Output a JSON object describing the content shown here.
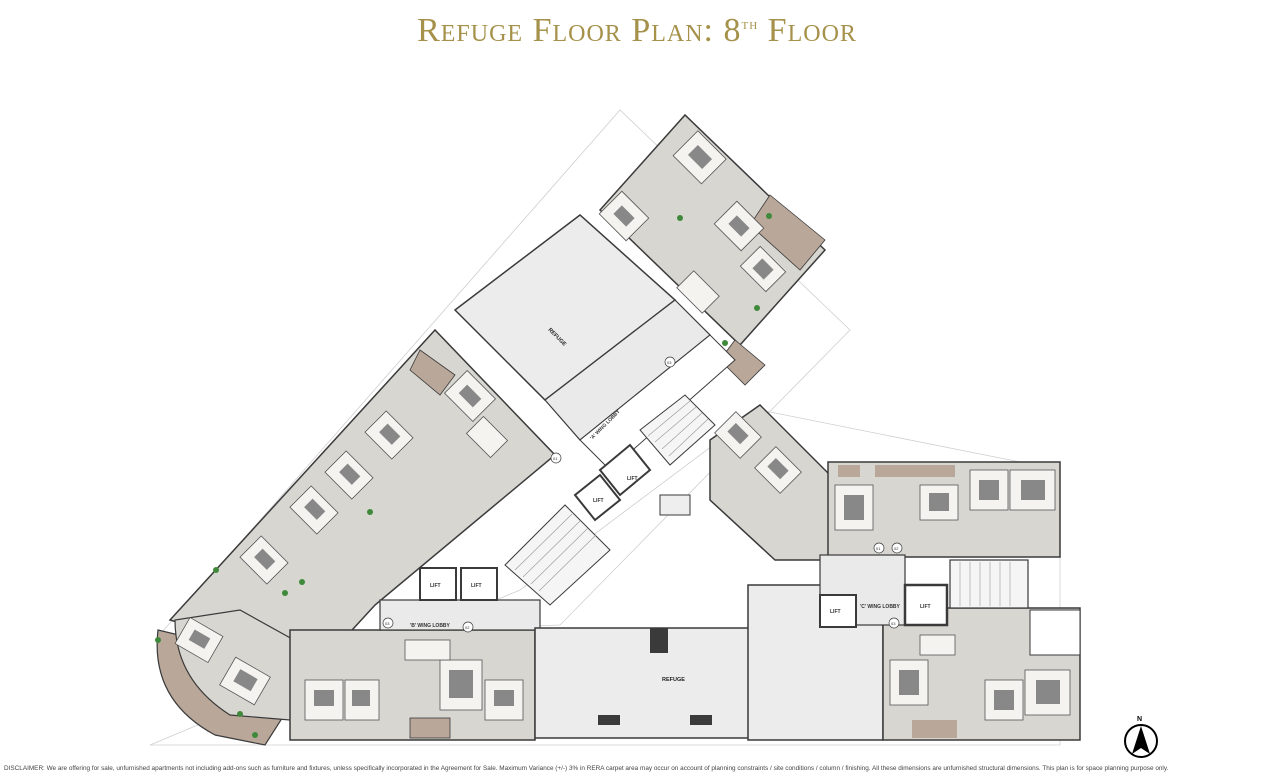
{
  "title": {
    "main": "Refuge Floor Plan: 8",
    "superscript": "th",
    "suffix": " Floor"
  },
  "labels": {
    "refuge_a": "REFUGE",
    "refuge_bottom": "REFUGE",
    "a_wing_lobby": "'A' WING LOBBY",
    "b_wing_lobby": "'B' WING LOBBY",
    "c_wing_lobby": "'C' WING LOBBY",
    "lift": "LIFT",
    "lobby_01": "01",
    "lobby_02": "02",
    "lobby_03": "03",
    "north": "N"
  },
  "colors": {
    "title": "#a5914a",
    "carpet_grey": "#d8d6d1",
    "deck_brown": "#b9a79a",
    "walls": "#3a3a3a",
    "lobby": "#eaeaea",
    "tree": "#3e8a3a"
  },
  "disclaimer": "DISCLAIMER: We are offering for sale, unfurnished apartments not including add-ons such as furniture and fixtures, unless specifically incorporated in the Agreement for Sale. Maximum Variance (+/-) 3% in RERA carpet area may occur on account of planning constraints / site conditions / column / finishing. All these dimensions are unfurnished structural dimensions. This plan is for space planning purpose only."
}
